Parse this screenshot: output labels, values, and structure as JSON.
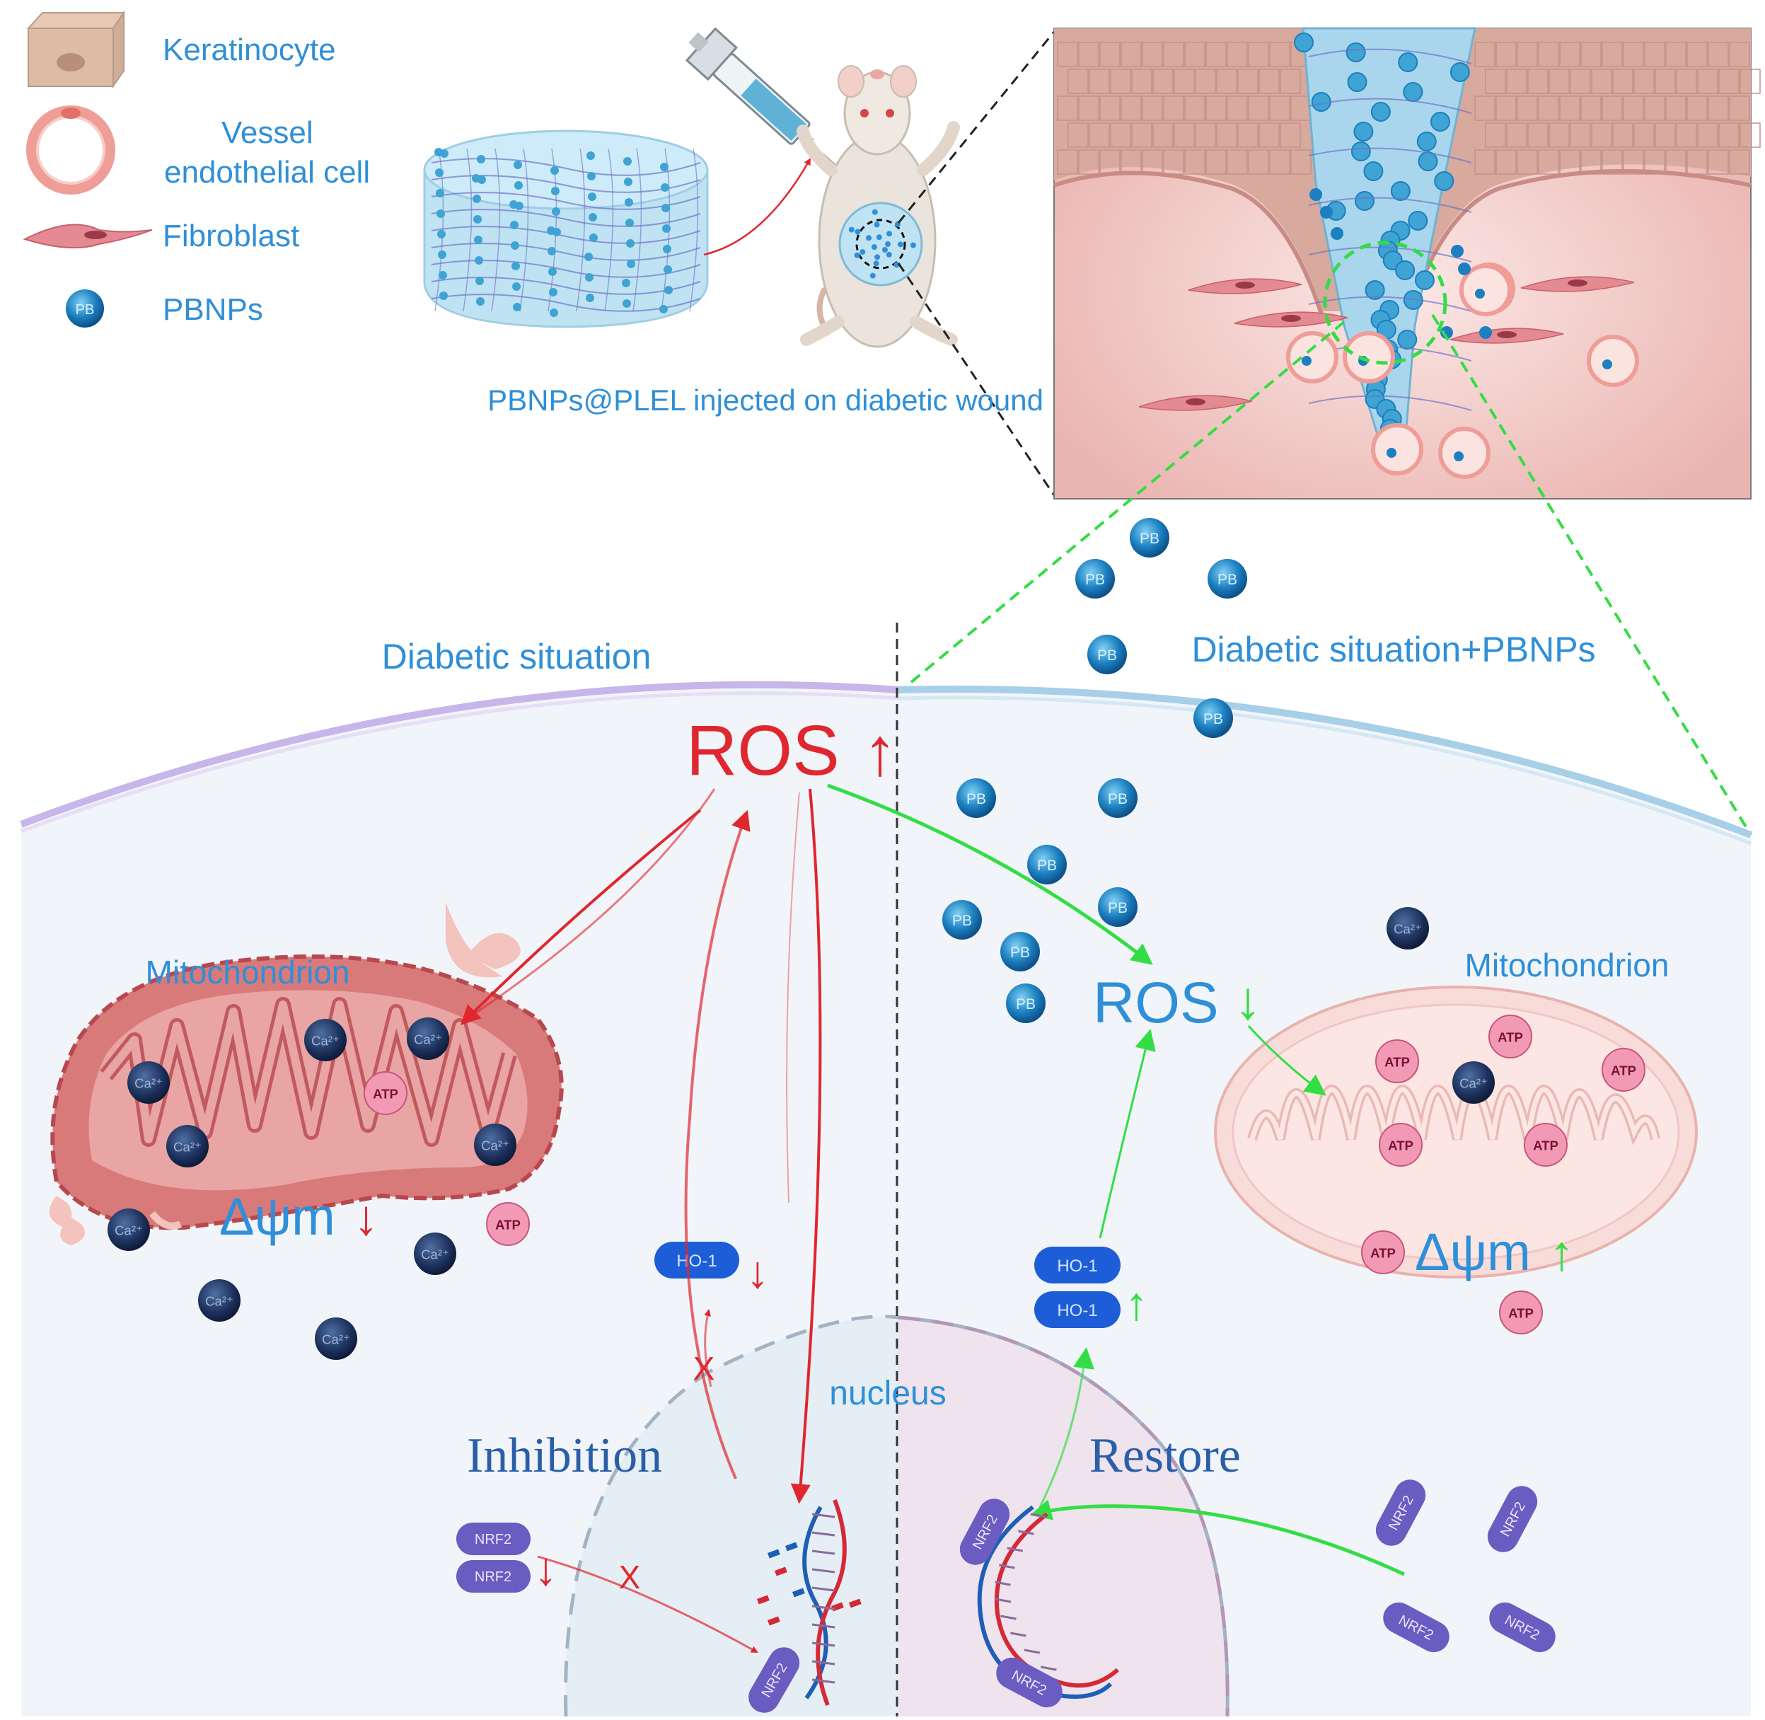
{
  "legend": {
    "keratinocyte": "Keratinocyte",
    "vessel_line1": "Vessel",
    "vessel_line2": "endothelial cell",
    "fibroblast": "Fibroblast",
    "pbnps": "PBNPs"
  },
  "top": {
    "caption": "PBNPs@PLEL injected on diabetic wound"
  },
  "left_panel": {
    "title": "Diabetic situation",
    "ros": "ROS",
    "ros_arrow": "↑",
    "mito_label": "Mitochondrion",
    "dpsi": "Δψm",
    "dpsi_arrow": "↓",
    "ho1": "HO-1",
    "ho1_arrow": "↓",
    "nrf2": "NRF2",
    "nrf2_arrow": "↓",
    "inhibition": "Inhibition",
    "x_mark": "X"
  },
  "right_panel": {
    "title": "Diabetic situation+PBNPs",
    "ros": "ROS",
    "ros_arrow": "↓",
    "mito_label": "Mitochondrion",
    "dpsi": "Δψm",
    "dpsi_arrow": "↑",
    "ho1": "HO-1",
    "ho1_arrow": "↑",
    "nrf2": "NRF2",
    "restore": "Restore"
  },
  "nucleus_label": "nucleus",
  "particles": {
    "pb": "PB",
    "ca": "Ca²⁺",
    "atp": "ATP"
  },
  "colors": {
    "blue_text": "#2f8fd8",
    "red": "#e0262e",
    "green": "#33dd44",
    "pb_particle": "#1c7fc0",
    "ca_particle": "#1b2f5a",
    "atp_particle": "#f29ab5",
    "nrf2": "#6a5cc0",
    "ho1": "#1d5ed8",
    "mito_damaged": "#d97a7a",
    "mito_healthy": "#f5d0cc"
  }
}
